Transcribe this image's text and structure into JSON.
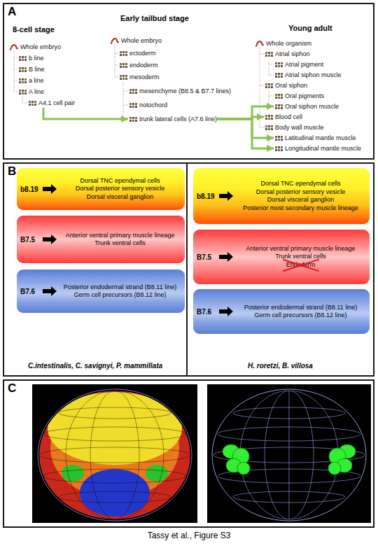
{
  "diagram": {
    "caption": "Tassy et al., Figure S3",
    "nodes": [
      {
        "text": [
          "A"
        ]
      },
      {
        "text": [
          "Whole embryo"
        ],
        "in": 0
      },
      {
        "text": [
          "b line"
        ],
        "in": 0
      },
      {
        "text": [
          "B line"
        ],
        "in": 0
      },
      {
        "text": [
          "a line"
        ],
        "in": 0
      },
      {
        "text": [
          "A line"
        ],
        "in": 0
      },
      {
        "text": [
          "A4.1 cell pair"
        ],
        "in": 0
      },
      {
        "text": [
          "Whole embryo"
        ],
        "in": 0
      },
      {
        "text": [
          "ectoderm"
        ],
        "in": 0
      },
      {
        "text": [
          "endoderm"
        ],
        "in": 0
      },
      {
        "text": [
          "mesoderm"
        ],
        "in": 0
      },
      {
        "text": [
          "mesenchyme (B8.5 & B7.7 lines)"
        ],
        "in": 0
      },
      {
        "text": [
          "notochord"
        ],
        "in": 0
      },
      {
        "text": [
          "trunk lateral cells (A7.6 line)"
        ],
        "in": 0
      },
      {
        "text": [
          "Whole organism"
        ],
        "in": 0
      },
      {
        "text": [
          "Atrial siphon"
        ],
        "in": 0
      },
      {
        "text": [
          "Atrial pigment"
        ],
        "in": 0
      },
      {
        "text": [
          "Atrial siphon muscle"
        ],
        "in": 0
      },
      {
        "text": [
          "Oral siphon"
        ],
        "in": 0
      },
      {
        "text": [
          "Oral pigments"
        ],
        "in": 0
      },
      {
        "text": [
          "Oral siphon muscle"
        ],
        "in": 0
      },
      {
        "text": [
          "Blood cell"
        ],
        "in": 0
      },
      {
        "text": [
          "Body wall muscle"
        ],
        "in": 0
      },
      {
        "text": [
          "Latitudinal mantle muscle"
        ],
        "in": 0
      },
      {
        "text": [
          "Longitudinal mantle muscle"
        ],
        "in": 0
      },
      {
        "text": [
          "B"
        ]
      },
      {
        "text": [
          "C.intestinalis, C. savignyi, P. mammillata"
        ],
        "in": 25
      },
      {
        "text": [
          "b8.19",
          "Dorsal TNC ependymal cells",
          "Dorsal posterior sensory vesicle",
          "Dorsal visceral ganglion"
        ],
        "in": 26
      },
      {
        "text": [
          "B7.5",
          "Anterior ventral primary muscle lineage",
          "Trunk ventral cells"
        ],
        "in": 26
      },
      {
        "text": [
          "B7.6",
          "Posterior endodermal strand (B8.11 line)",
          "Germ cell precursors (B8.12 line)"
        ],
        "in": 26
      },
      {
        "text": [
          "H. roretzi, B. villosa"
        ],
        "in": 25
      },
      {
        "text": [
          "b8.19",
          "Dorsal TNC ependymal cells",
          "Dorsal posterior sensory vesicle",
          "Dorsal visceral ganglion",
          "Posterior most secondary muscle lineage"
        ],
        "in": 30
      },
      {
        "text": [
          "B7.5",
          "Anterior ventral primary muscle lineage",
          "Trunk ventral cells",
          "Endoderm"
        ],
        "in": 30
      },
      {
        "text": [
          "B7.6",
          "Posterior endodermal strand (B8.11 line)",
          "Germ cell precursors (B8.12 line)"
        ],
        "in": 30
      },
      {
        "text": [
          "C"
        ]
      }
    ],
    "edges": [
      {
        "from": 6,
        "to": 13,
        "arrow": "to"
      },
      {
        "from": 13,
        "to": 20,
        "arrow": "to"
      },
      {
        "from": 13,
        "to": 21,
        "arrow": "to"
      },
      {
        "from": 13,
        "to": 23,
        "arrow": "to"
      },
      {
        "from": 13,
        "to": 24,
        "arrow": "to"
      }
    ],
    "labels": [
      "8-cell stage",
      "Early tailbud stage",
      "Young adult"
    ]
  }
}
